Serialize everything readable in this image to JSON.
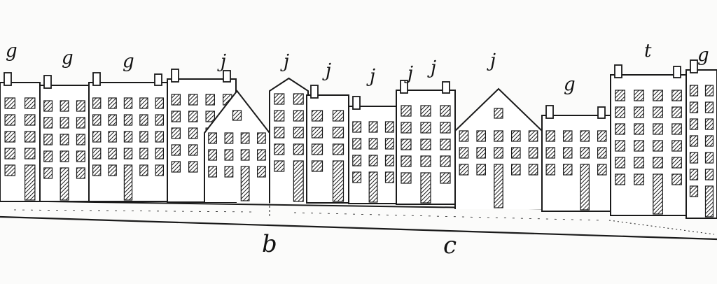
{
  "image": {
    "kind": "engraving",
    "subject": "row of townhouse facades along a street"
  },
  "labels": {
    "top": [
      "g",
      "g",
      "g",
      "j",
      "j",
      "j",
      "j",
      "j",
      "j",
      "j",
      "g",
      "t",
      "g"
    ],
    "street_b": "b",
    "street_c": "c"
  },
  "colors": {
    "ink": "#1a1a1a",
    "paper": "#fbfbfa"
  }
}
